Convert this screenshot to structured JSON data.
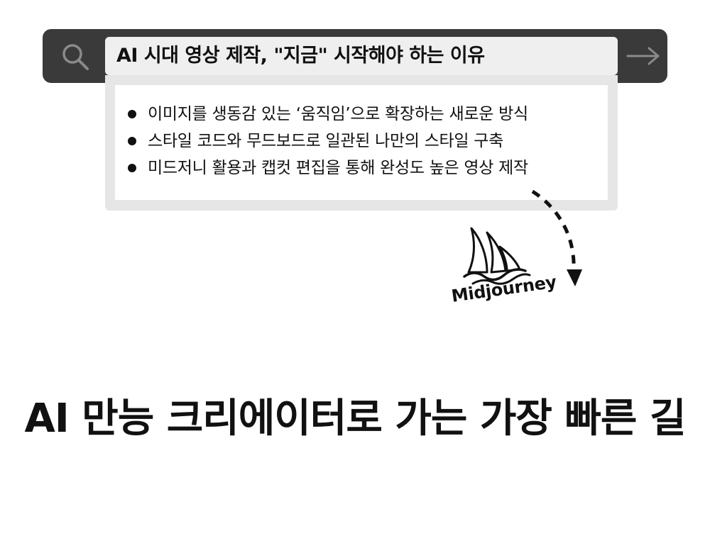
{
  "search": {
    "query": "AI 시대 영상 제작, \"지금\" 시작해야 하는 이유"
  },
  "icons": {
    "search": "search-icon",
    "submit": "arrow-right-icon",
    "logo": "sailboat-icon",
    "curve": "dashed-curved-arrow-icon"
  },
  "dropdown": {
    "items": [
      {
        "text": "이미지를 생동감 있는 ‘움직임’으로 확장하는 새로운 방식"
      },
      {
        "text": "스타일 코드와 무드보드로 일관된 나만의 스타일 구축"
      },
      {
        "text": "미드저니 활용과 캡컷 편집을 통해 완성도 높은 영상 제작"
      }
    ]
  },
  "logo": {
    "brand_text": "Midjourney"
  },
  "headline": "AI 만능 크리에이터로 가는 가장 빠른 길",
  "colors": {
    "bar": "#3a3a3a",
    "input_bg": "#efefef",
    "dropdown_border": "#e6e6e6",
    "text": "#111111"
  }
}
